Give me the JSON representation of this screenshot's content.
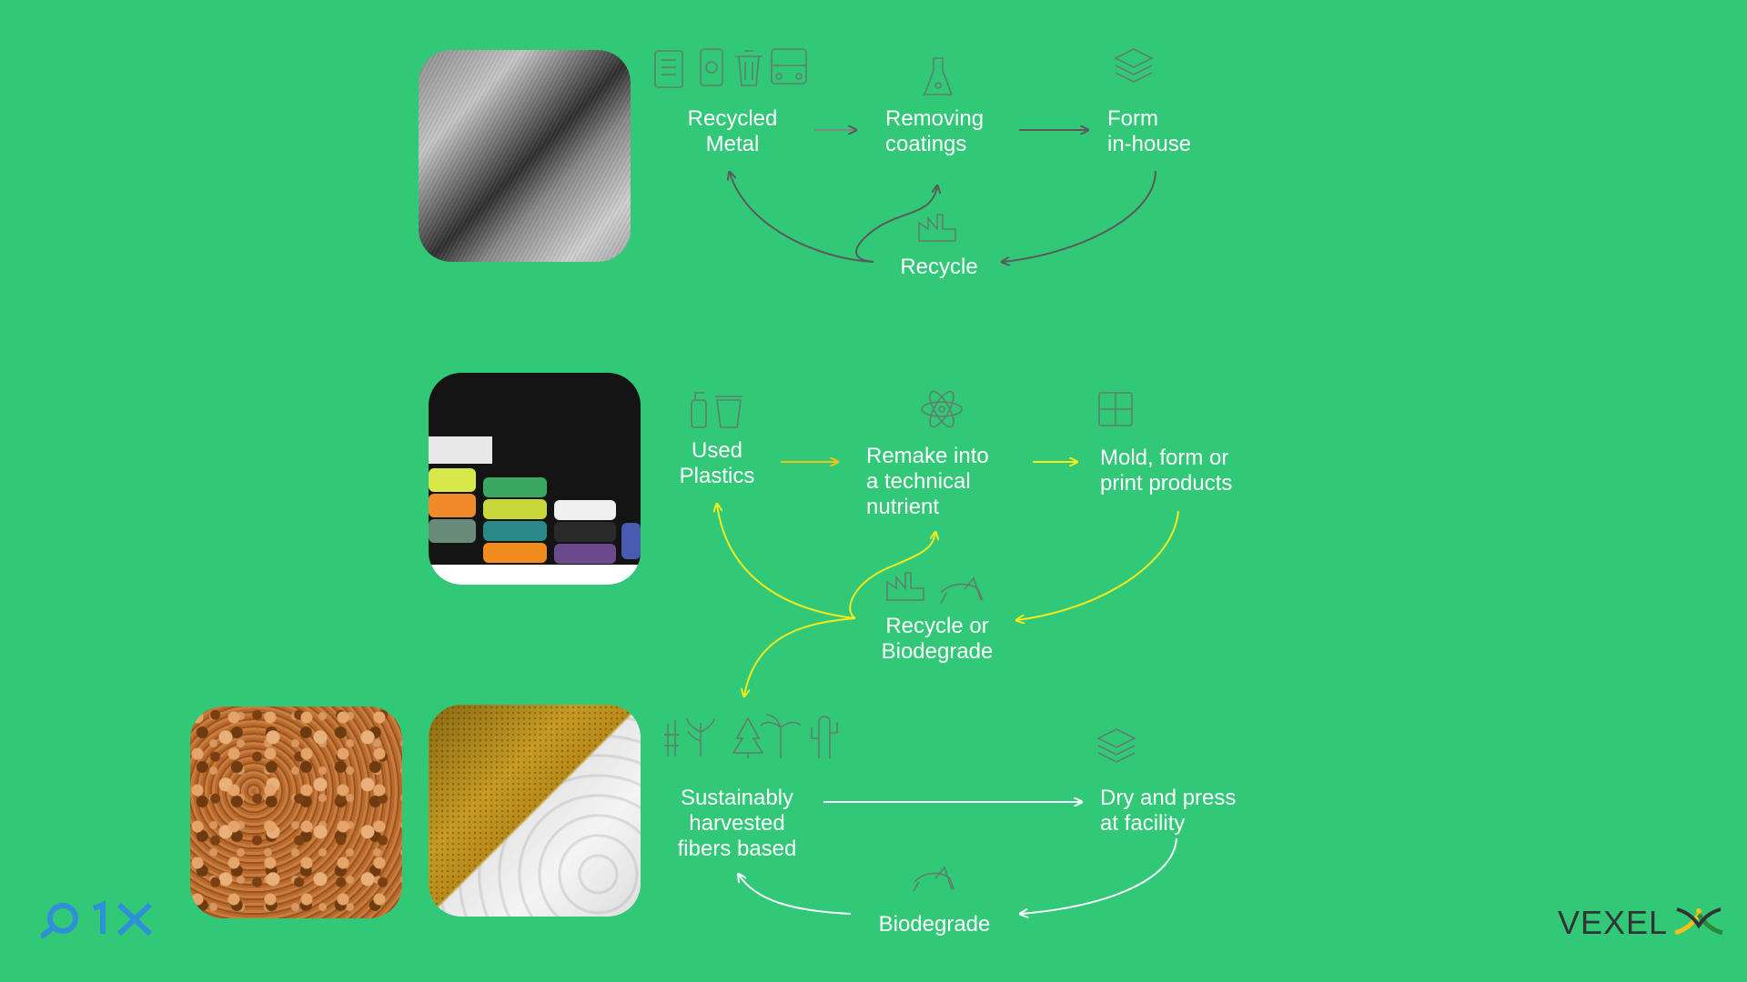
{
  "colors": {
    "background": "#31c878",
    "text": "#ffffff",
    "row1_arrow": "#5a5a5a",
    "row2_arrow": "#f2ea1d",
    "row2_first_arrow": "#f0c419",
    "row3_arrow": "#ffffff"
  },
  "row1": {
    "node_a": "Recycled\nMetal",
    "node_b": "Removing\ncoatings",
    "node_c": "Form\nin-house",
    "node_d": "Recycle",
    "icons": [
      "paper-scroll-icon",
      "can-icon",
      "trash-bin-icon",
      "bus-icon",
      "lab-flask-icon",
      "layers-icon",
      "factory-icon"
    ]
  },
  "row2": {
    "node_a": "Used\nPlastics",
    "node_b": "Remake into\na technical\nnutrient",
    "node_c": "Mold, form or\nprint products",
    "node_d": "Recycle or\nBiodegrade",
    "icons": [
      "spray-bottle-icon",
      "cup-icon",
      "atom-icon",
      "puzzle-icon",
      "factory-icon",
      "grasshopper-icon"
    ]
  },
  "row3": {
    "node_a": "Sustainably\nharvested\nfibers based",
    "node_c": "Dry and press\nat facility",
    "node_d": "Biodegrade",
    "icons": [
      "bamboo-icon",
      "sugarcane-icon",
      "pine-tree-icon",
      "palm-tree-icon",
      "cactus-icon",
      "layers-icon",
      "grasshopper-icon"
    ]
  },
  "logos": {
    "left": "O1X",
    "right": "VEXEL"
  }
}
